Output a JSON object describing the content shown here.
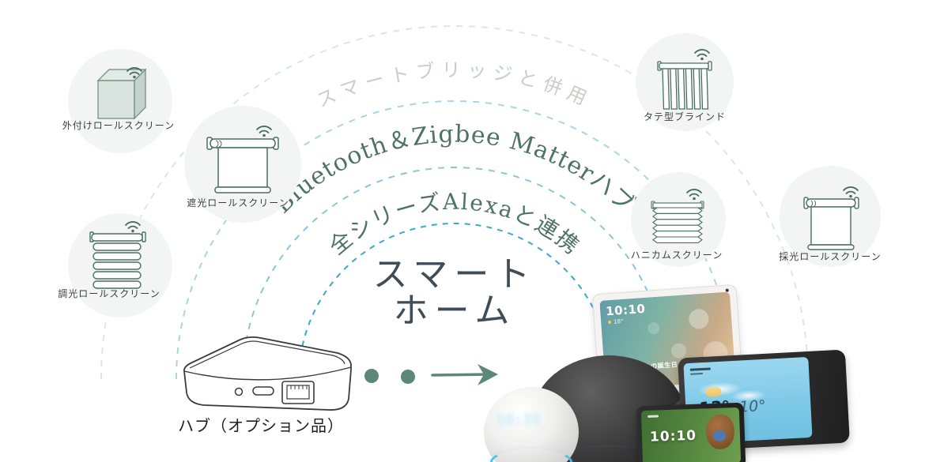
{
  "title_rings": {
    "outer": "スマートブリッジと併用",
    "hub_ring": "Bluetooth＆Zigbee Matterハブ",
    "alexa_ring": "全シリーズAlexaと連携",
    "center_line1": "スマート",
    "center_line2": "ホーム"
  },
  "products": [
    {
      "label": "外付けロールスクリーン"
    },
    {
      "label": "遮光ロールスクリーン"
    },
    {
      "label": "調光ロールスクリーン"
    },
    {
      "label": "タテ型ブラインド"
    },
    {
      "label": "ハニカムスクリーン"
    },
    {
      "label": "採光ロールスクリーン"
    }
  ],
  "hub": {
    "label": "ハブ（オプション品）"
  },
  "devices": {
    "echo_show_10": {
      "time": "10:10",
      "temp": "18°",
      "banner": "おばあちゃんの誕生日"
    },
    "echo_dot_clock": {
      "time": "10:35"
    },
    "echo_show_8": {
      "temp_high": "13°",
      "temp_low": "10°"
    },
    "echo_show_5": {
      "time": "10:10"
    }
  },
  "colors": {
    "arc_inner": "#3fa6cc",
    "arc_mid": "#8cc5da",
    "arc_outer": "#abd5e2",
    "arc_faint": "#dee6e2",
    "ring_text": "#4e7366",
    "outer_ring_text": "#c6cfca",
    "center_text": "#414d56",
    "icon_stroke": "#486e62",
    "accent": "#5d8877"
  }
}
